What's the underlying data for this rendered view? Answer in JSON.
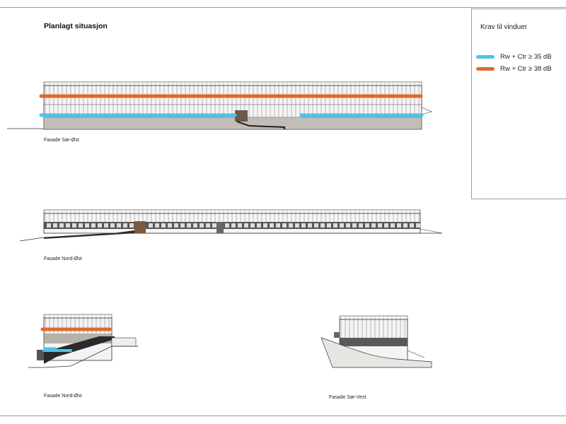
{
  "title": "Planlagt situasjon",
  "legend": {
    "title": "Krav til vinduer",
    "items": [
      {
        "label": "Rw + Ctr ≥ 35 dB",
        "color": "#4dc3ea"
      },
      {
        "label": "Rw + Ctr ≥ 38 dB",
        "color": "#e0692c"
      }
    ]
  },
  "captions": {
    "sor_ost": "Fasade Sør-Øst",
    "nord_ost": "Fasade Nord-Øst",
    "nord_ost_2": "Fasade Nord-Øst",
    "sor_vest": "Fasade Sør-Vest"
  }
}
